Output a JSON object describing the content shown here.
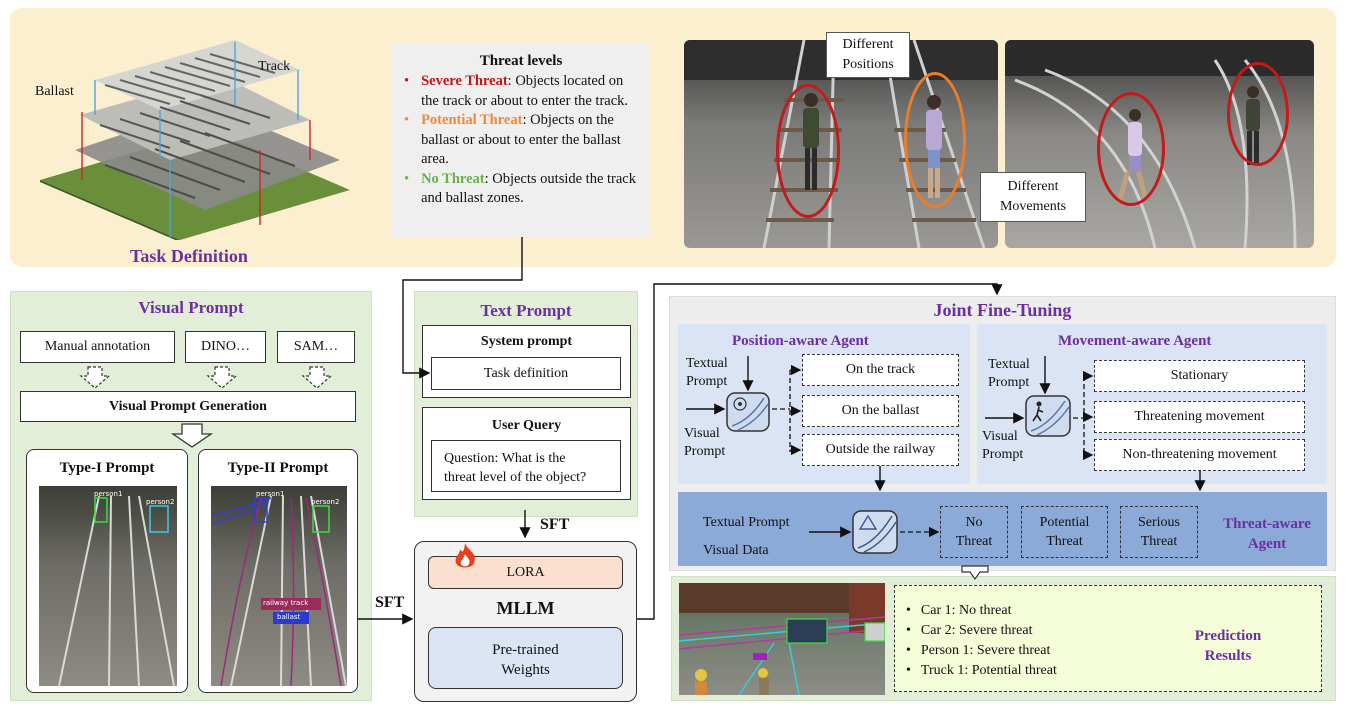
{
  "task_definition": {
    "title": "Task Definition",
    "label_ballast": "Ballast",
    "label_track": "Track"
  },
  "threat_levels": {
    "heading": "Threat levels",
    "items": [
      {
        "name": "Severe Threat",
        "desc": ": Objects located on the track or about to enter the track.",
        "color": "#c0161b"
      },
      {
        "name": "Potential Threat",
        "desc": ": Objects on the ballast or about to enter the ballast area.",
        "color": "#f0883a"
      },
      {
        "name": "No Threat",
        "desc": ": Objects outside the track and ballast zones.",
        "color": "#6ab04c"
      }
    ]
  },
  "photos": {
    "label_positions_1": "Different",
    "label_positions_2": "Positions",
    "label_movements_1": "Different",
    "label_movements_2": "Movements"
  },
  "visual_prompt": {
    "title": "Visual Prompt",
    "sources": [
      "Manual annotation",
      "DINO…",
      "SAM…"
    ],
    "generation": "Visual Prompt Generation",
    "type1": "Type-I Prompt",
    "type2": "Type-II Prompt",
    "tags": {
      "person1": "person1",
      "person2": "person2",
      "railway_track": "railway track",
      "ballast": "ballast"
    }
  },
  "text_prompt": {
    "title": "Text Prompt",
    "system_prompt": "System prompt",
    "task_definition": "Task definition",
    "user_query": "User Query",
    "question_1": "Question: What is the",
    "question_2": "threat level of the object?"
  },
  "mllm": {
    "sft_top": "SFT",
    "sft_left": "SFT",
    "lora": "LORA",
    "name": "MLLM",
    "weights_1": "Pre-trained",
    "weights_2": "Weights"
  },
  "joint": {
    "title": "Joint Fine-Tuning",
    "position_agent": "Position-aware Agent",
    "movement_agent": "Movement-aware Agent",
    "textual_prompt_1": "Textual",
    "textual_prompt_2": "Prompt",
    "visual_prompt_1": "Visual",
    "visual_prompt_2": "Prompt",
    "position_options": [
      "On the track",
      "On the ballast",
      "Outside the railway"
    ],
    "movement_options": [
      "Stationary",
      "Threatening movement",
      "Non-threatening movement"
    ],
    "threat_agent_1": "Threat-aware",
    "threat_agent_2": "Agent",
    "threat_in_1": "Textual Prompt",
    "threat_in_2": "Visual Data",
    "threat_options": [
      {
        "l1": "No",
        "l2": "Threat"
      },
      {
        "l1": "Potential",
        "l2": "Threat"
      },
      {
        "l1": "Serious",
        "l2": "Threat"
      }
    ]
  },
  "prediction": {
    "title_1": "Prediction",
    "title_2": "Results",
    "items": [
      "Car 1: No threat",
      "Car 2: Severe threat",
      "Person 1: Severe threat",
      "Truck 1: Potential threat"
    ]
  }
}
